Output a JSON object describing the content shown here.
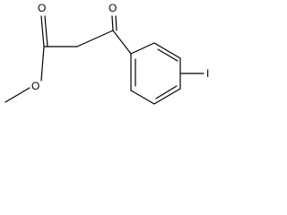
{
  "molecule": {
    "atoms": {
      "ester_carbonyl_oxygen": "O",
      "ester_ether_oxygen": "O",
      "ketone_oxygen": "O",
      "iodine": "I"
    }
  }
}
